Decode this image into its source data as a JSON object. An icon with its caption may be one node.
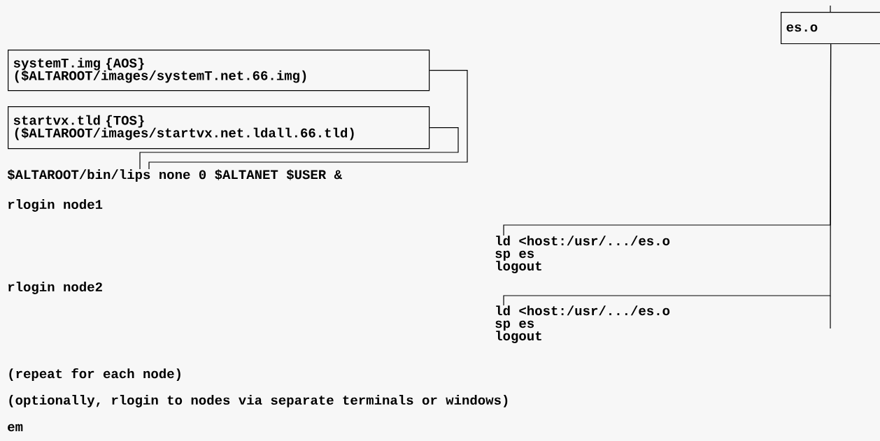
{
  "diagram": {
    "nodes": [
      {
        "text": [
          "systemT.img {AOS}",
          "($ALTAROOT/images/systemT.net.66.img)"
        ]
      },
      {
        "text": [
          "startvx.tld {TOS}",
          "($ALTAROOT/images/startvx.net.ldall.66.tld)"
        ]
      },
      {
        "text": [
          "$ALTAROOT/bin/lips none 0 $ALTANET $USER &"
        ]
      },
      {
        "text": [
          "es.o"
        ]
      },
      {
        "text": [
          "ld <host:/usr/.../es.o",
          "sp es",
          "logout"
        ]
      },
      {
        "text": [
          "ld <host:/usr/.../es.o",
          "sp es",
          "logout"
        ]
      }
    ],
    "edges": [
      {
        "from": 0,
        "to": 2,
        "arrow": "none"
      },
      {
        "from": 1,
        "to": 2,
        "arrow": "none"
      },
      {
        "from": 3,
        "to": 4,
        "arrow": "none"
      },
      {
        "from": 3,
        "to": 5,
        "arrow": "none"
      }
    ],
    "labels": [
      "rlogin node1",
      "rlogin node2",
      "(repeat for each node)",
      "(optionally, rlogin to nodes via separate terminals or windows)",
      "em"
    ]
  }
}
